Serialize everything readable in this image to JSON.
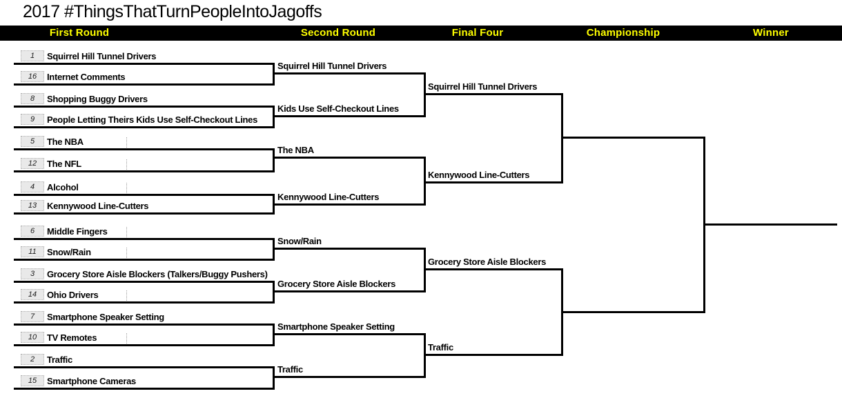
{
  "title": "2017 #ThingsThatTurnPeopleIntoJagoffs",
  "header": {
    "columns": [
      {
        "label": "First Round"
      },
      {
        "label": "Second Round"
      },
      {
        "label": "Final Four"
      },
      {
        "label": "Championship"
      },
      {
        "label": "Winner"
      }
    ]
  },
  "colors": {
    "page_bg": "#ffffff",
    "header_bg": "#000000",
    "header_text": "#ffff00",
    "bracket_line": "#000000",
    "entry_text": "#000000",
    "seed_box_bg": "#e9e9e9",
    "seed_box_border": "#b0b0b0",
    "seed_text": "#1a1a1a",
    "tick": "#9a9a9a"
  },
  "bracket": {
    "first_round": [
      {
        "seed": "1",
        "name": "Squirrel Hill Tunnel Drivers",
        "tick": false
      },
      {
        "seed": "16",
        "name": "Internet Comments",
        "tick": false
      },
      {
        "seed": "8",
        "name": "Shopping Buggy Drivers",
        "tick": false
      },
      {
        "seed": "9",
        "name": "People Letting Theirs Kids Use Self-Checkout Lines",
        "tick": false
      },
      {
        "seed": "5",
        "name": "The NBA",
        "tick": true
      },
      {
        "seed": "12",
        "name": "The NFL",
        "tick": true
      },
      {
        "seed": "4",
        "name": "Alcohol",
        "tick": true
      },
      {
        "seed": "13",
        "name": "Kennywood Line-Cutters",
        "tick": false
      },
      {
        "seed": "6",
        "name": "Middle Fingers",
        "tick": true
      },
      {
        "seed": "11",
        "name": "Snow/Rain",
        "tick": true
      },
      {
        "seed": "3",
        "name": "Grocery Store Aisle Blockers (Talkers/Buggy Pushers)",
        "tick": false
      },
      {
        "seed": "14",
        "name": "Ohio Drivers",
        "tick": true
      },
      {
        "seed": "7",
        "name": "Smartphone Speaker Setting",
        "tick": false
      },
      {
        "seed": "10",
        "name": "TV Remotes",
        "tick": true
      },
      {
        "seed": "2",
        "name": "Traffic",
        "tick": false
      },
      {
        "seed": "15",
        "name": "Smartphone Cameras",
        "tick": false
      }
    ],
    "second_round": [
      {
        "name": "Squirrel Hill Tunnel Drivers"
      },
      {
        "name": "Kids Use Self-Checkout Lines"
      },
      {
        "name": "The NBA"
      },
      {
        "name": "Kennywood Line-Cutters"
      },
      {
        "name": "Snow/Rain"
      },
      {
        "name": "Grocery Store Aisle Blockers"
      },
      {
        "name": "Smartphone Speaker Setting"
      },
      {
        "name": "Traffic"
      }
    ],
    "final_four": [
      {
        "name": "Squirrel Hill Tunnel Drivers"
      },
      {
        "name": "Kennywood Line-Cutters"
      },
      {
        "name": "Grocery Store Aisle Blockers"
      },
      {
        "name": "Traffic"
      }
    ],
    "championship": [
      {
        "name": ""
      },
      {
        "name": ""
      }
    ],
    "winner": {
      "name": ""
    }
  }
}
